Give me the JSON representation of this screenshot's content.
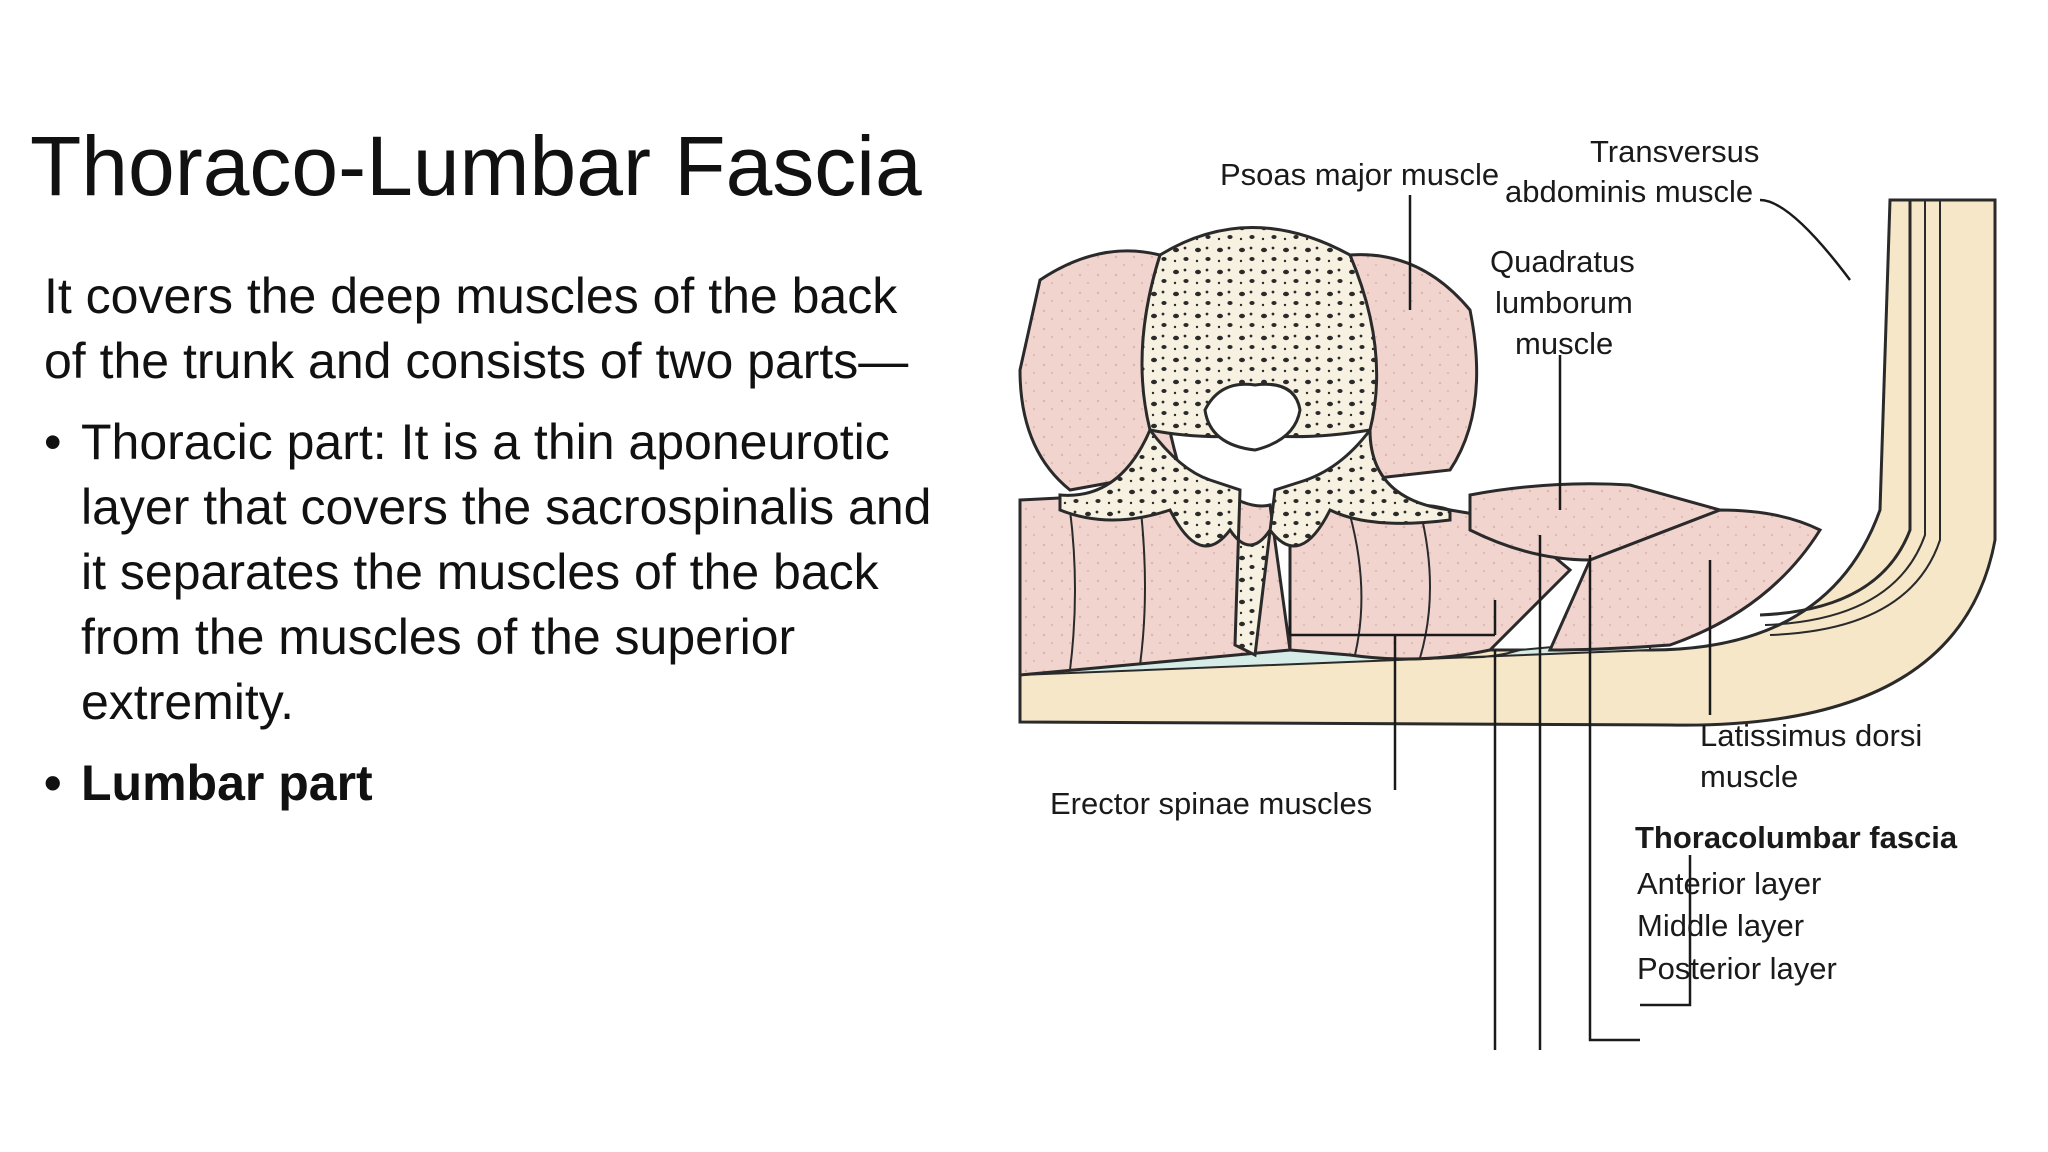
{
  "slide": {
    "title": "Thoraco-Lumbar Fascia",
    "intro": "It covers the deep muscles of the back of the trunk and consists of two parts—",
    "bullets": [
      {
        "text": "Thoracic part: It is a thin aponeurotic layer that covers the sacrospinalis and it separates the muscles of the back from the muscles of the superior extremity.",
        "bold": false
      },
      {
        "text": "Lumbar part",
        "bold": true
      }
    ],
    "bullet_glyph": "•"
  },
  "figure": {
    "labels": {
      "psoas": "Psoas major muscle",
      "transversus_1": "Transversus",
      "transversus_2": "abdominis muscle",
      "quadratus_1": "Quadratus",
      "quadratus_2": "lumborum",
      "quadratus_3": "muscle",
      "erector": "Erector spinae muscles",
      "latissimus_1": "Latissimus dorsi",
      "latissimus_2": "muscle",
      "fascia": "Thoracolumbar fascia",
      "anterior": "Anterior layer",
      "middle": "Middle layer",
      "posterior": "Posterior layer"
    },
    "colors": {
      "muscle": "#f2d4cf",
      "bone": "#f7f1e1",
      "fascia_band": "#f6e7c8",
      "fascia_blue": "#d6ece6",
      "outline": "#2a2a2a"
    }
  }
}
